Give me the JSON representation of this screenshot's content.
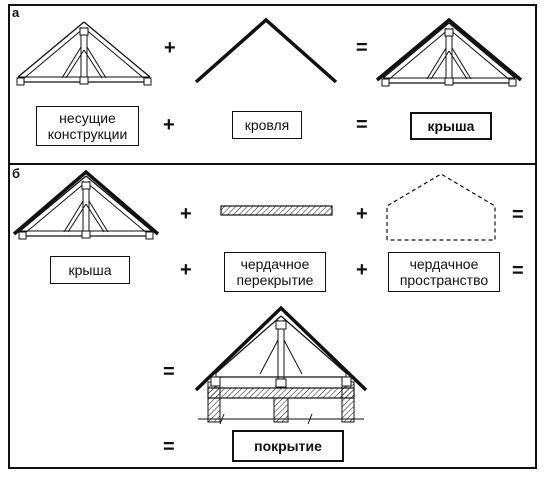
{
  "panel_a": {
    "letter": "а",
    "labels": {
      "bearing": "несущие\nконструкции",
      "roofing": "кровля",
      "roof": "крыша"
    },
    "plus": "+",
    "equals": "="
  },
  "panel_b": {
    "letter": "б",
    "labels": {
      "roof": "крыша",
      "attic_floor": "чердачное\nперекрытие",
      "attic_space": "чердачное\nпространство",
      "covering": "покрытие"
    },
    "plus": "+",
    "equals": "="
  }
}
